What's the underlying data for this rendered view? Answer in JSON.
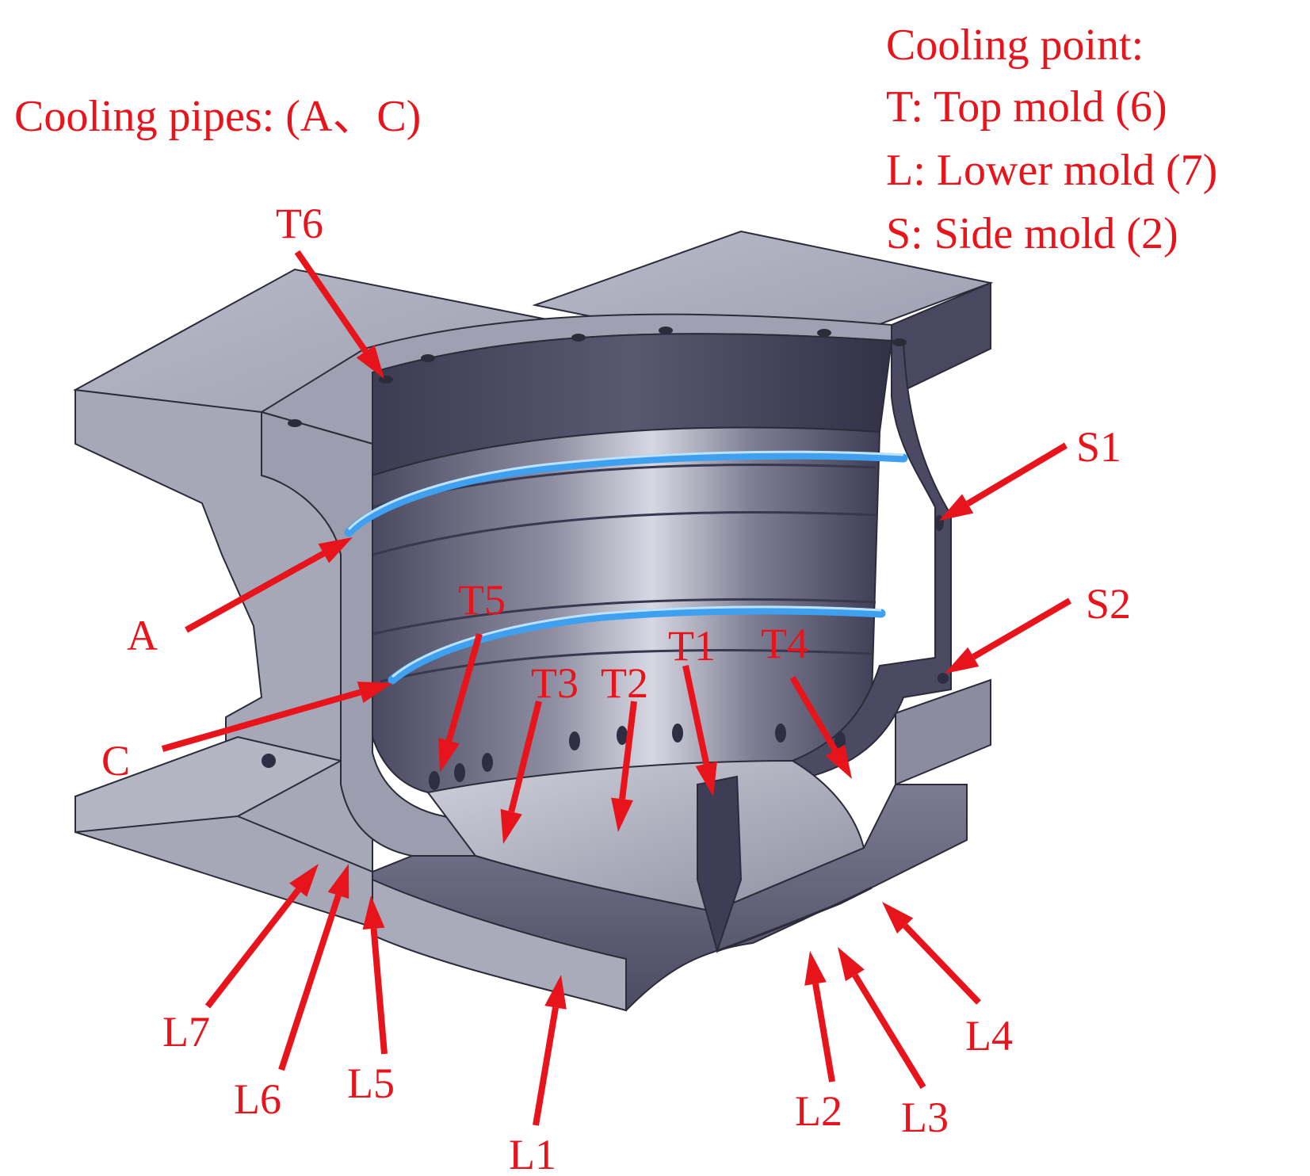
{
  "legend": {
    "pipes": "Cooling pipes: (A、C)",
    "points_title": "Cooling point:",
    "points": [
      "T: Top mold  (6)",
      "L: Lower mold  (7)",
      "S: Side mold  (2)"
    ]
  },
  "pipes": {
    "A": "A",
    "C": "C"
  },
  "labels": {
    "T1": "T1",
    "T2": "T2",
    "T3": "T3",
    "T4": "T4",
    "T5": "T5",
    "T6": "T6",
    "S1": "S1",
    "S2": "S2",
    "L1": "L1",
    "L2": "L2",
    "L3": "L3",
    "L4": "L4",
    "L5": "L5",
    "L6": "L6",
    "L7": "L7"
  },
  "colors": {
    "annotation": "#e8141c",
    "pipe": "#3fa0ef",
    "mold_light": "#a9abbb",
    "mold_dark": "#45435a"
  },
  "icons": {
    "arrow": "red-arrow-icon",
    "cooling_hole": "cooling-hole-icon"
  }
}
